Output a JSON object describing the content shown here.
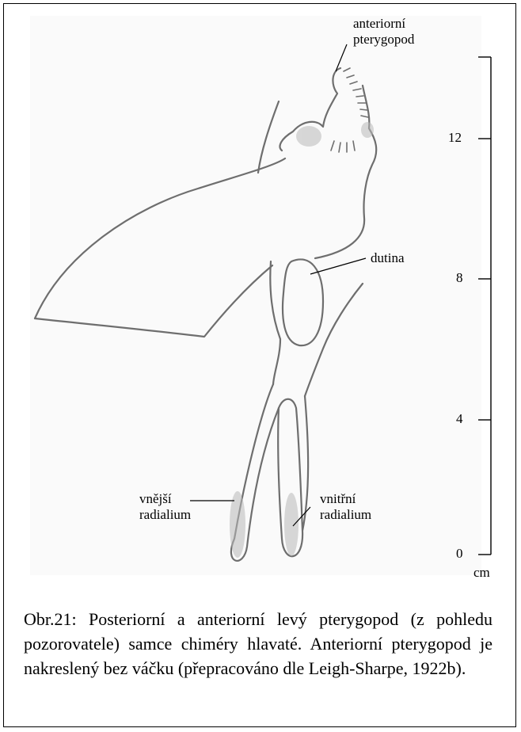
{
  "labels": {
    "anterior_pterygopod": "anteriorní\npterygopod",
    "cavity": "dutina",
    "outer_radialium": "vnější\nradialium",
    "inner_radialium": "vnitřní\nradialium"
  },
  "scale": {
    "ticks": [
      "12",
      "8",
      "4",
      "0"
    ],
    "unit": "cm"
  },
  "caption": "Obr.21: Posteriorní a anteriorní levý pterygopod (z pohledu pozorovatele) samce chiméry hlavaté. Anteriorní pterygopod je nakreslený bez váčku (přepracováno dle Leigh-Sharpe, 1922b).",
  "colors": {
    "pencil": "#6e6e6e",
    "shading": "#b9b9b9"
  }
}
